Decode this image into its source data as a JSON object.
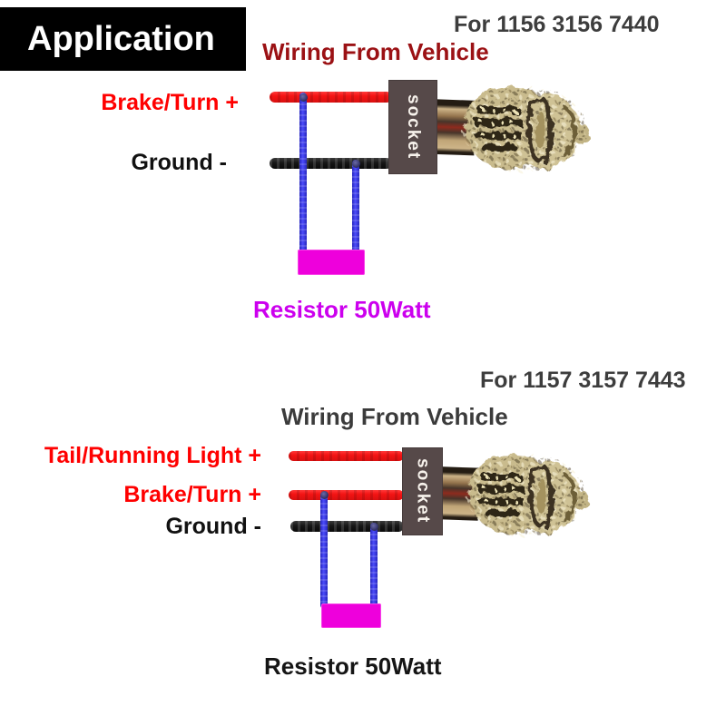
{
  "header": {
    "badge": "Application"
  },
  "diagrams": {
    "top": {
      "model_title": "For 1156 3156 7440",
      "wiring_label": "Wiring From Vehicle",
      "wire_labels": [
        "Brake/Turn +",
        "Ground -"
      ],
      "socket_label": "socket",
      "resistor_label": "Resistor 50Watt"
    },
    "bottom": {
      "model_title": "For 1157 3157 7443",
      "wiring_label": "Wiring From Vehicle",
      "wire_labels": [
        "Tail/Running Light +",
        "Brake/Turn +",
        "Ground -"
      ],
      "socket_label": "socket",
      "resistor_label": "Resistor 50Watt"
    }
  },
  "colors": {
    "badge_bg": "#000000",
    "badge_text": "#ffffff",
    "model_title_gray": "#3d3d3d",
    "wiring_label_top_red": "#9b1114",
    "wiring_label_bottom_gray": "#3b3b3b",
    "wire_label_red": "#ff0000",
    "wire_label_black": "#111111",
    "wire_red": "#f41414",
    "wire_black": "#161616",
    "wire_blue": "#3333e0",
    "junction_dot": "#2c2c60",
    "socket_bg": "#564949",
    "socket_text": "#f7f2ec",
    "resistor_fill": "#ee00dc",
    "resistor_label_top_magenta": "#cc00ee",
    "resistor_label_bottom_black": "#151515",
    "bulb_body_khaki": "#c9bb8d"
  }
}
